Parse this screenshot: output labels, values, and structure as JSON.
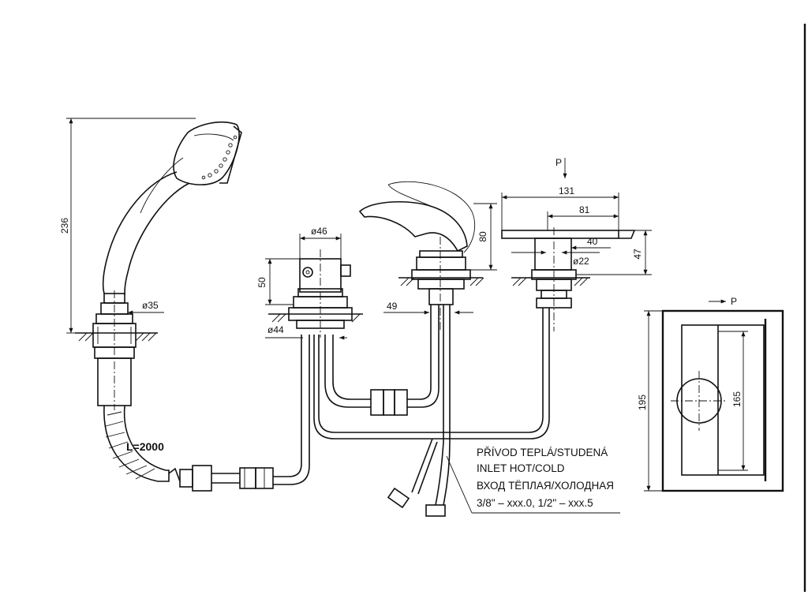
{
  "dimensions": {
    "handshower_height": "236",
    "handshower_hose_diameter": "ø35",
    "hose_length": "L=2000",
    "diverter_diameter": "ø46",
    "diverter_height": "50",
    "diverter_base_diameter": "ø44",
    "spout_height": "80",
    "spout_offset": "49",
    "valve_total_width": "131",
    "valve_lever_width": "81",
    "valve_inner_width": "40",
    "valve_stem_diameter": "ø22",
    "valve_height": "47",
    "plate_height": "195",
    "plate_inner_height": "165"
  },
  "markers": {
    "view_p_top": "P",
    "view_p_side": "P"
  },
  "inlet_note": {
    "line1": "PŘÍVOD TEPLÁ/STUDENÁ",
    "line2": "INLET HOT/COLD",
    "line3": "ВХОД ТЁПЛАЯ/ХОЛОДНАЯ",
    "line4": "3/8\" – xxx.0, 1/2\" – xxx.5"
  },
  "colors": {
    "line": "#111111",
    "background": "#ffffff"
  }
}
